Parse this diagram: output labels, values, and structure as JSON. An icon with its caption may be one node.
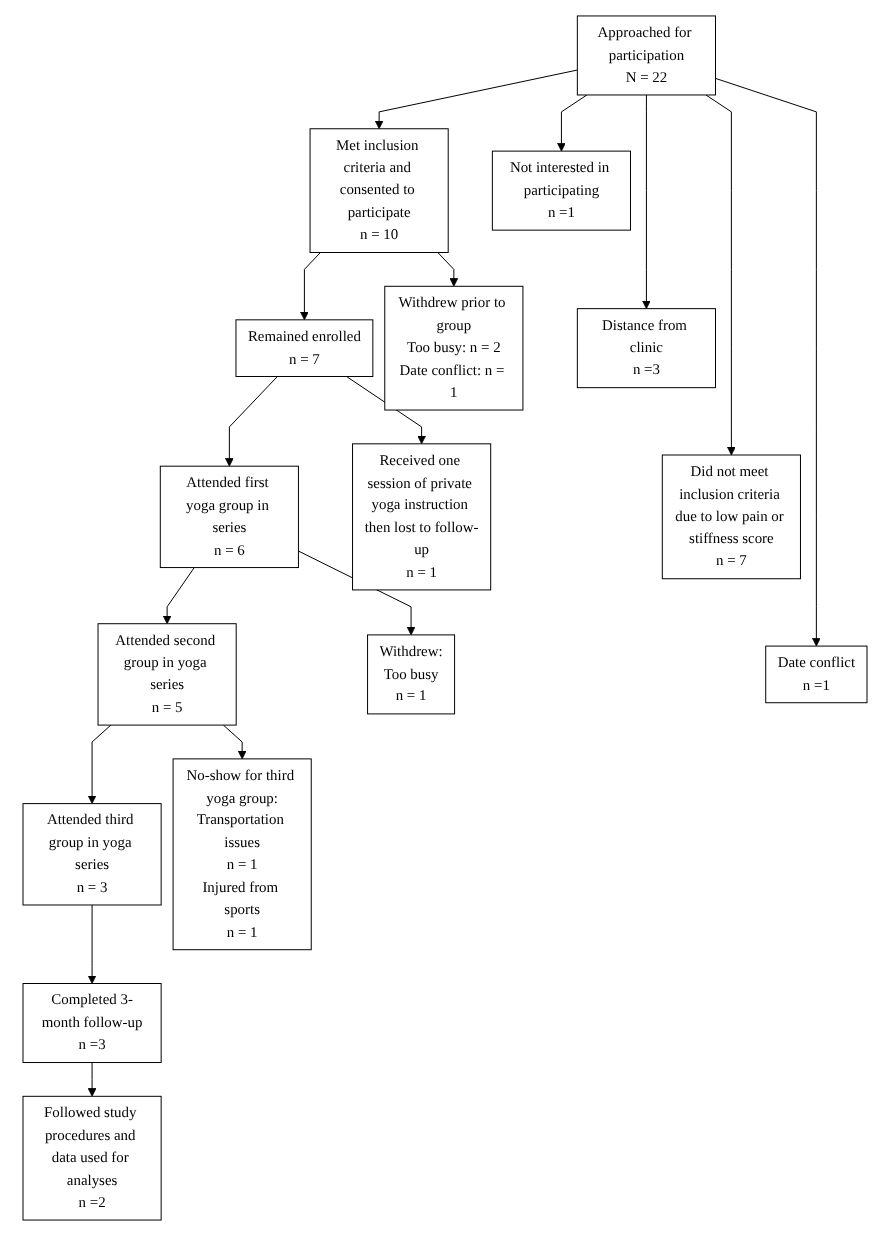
{
  "diagram": {
    "nodes": [
      {
        "text": [
          "Approached for participation",
          "N = 22"
        ]
      },
      {
        "text": [
          "Met inclusion criteria and consented to participate",
          "n = 10"
        ]
      },
      {
        "text": [
          "Not interested in participating",
          "n =1"
        ]
      },
      {
        "text": [
          "Distance from clinic",
          "n =3"
        ]
      },
      {
        "text": [
          "Remained enrolled",
          "n = 7"
        ]
      },
      {
        "text": [
          "Withdrew prior to group",
          "Too busy: n = 2",
          "Date conflict: n = 1"
        ]
      },
      {
        "text": [
          "Did not meet inclusion criteria due to low pain or stiffness score",
          "n = 7"
        ]
      },
      {
        "text": [
          "Attended first yoga group in series",
          "n = 6"
        ]
      },
      {
        "text": [
          "Received one session of private yoga instruction then lost to follow-up",
          "n = 1"
        ]
      },
      {
        "text": [
          "Date conflict",
          "n =1"
        ]
      },
      {
        "text": [
          "Attended second group in yoga series",
          "n = 5"
        ]
      },
      {
        "text": [
          "Withdrew:",
          "Too busy",
          "n = 1"
        ]
      },
      {
        "text": [
          "Attended third group in yoga series",
          "n = 3"
        ]
      },
      {
        "text": [
          "No-show for third yoga group:",
          "Transportation issues",
          "n = 1",
          "Injured from sports",
          "n = 1"
        ]
      },
      {
        "text": [
          "Completed 3-month follow-up",
          "n =3"
        ]
      },
      {
        "text": [
          "Followed study procedures and data used for analyses",
          "n =2"
        ]
      }
    ],
    "edges": [
      {
        "from": 0,
        "to": 1,
        "arrow": "to"
      },
      {
        "from": 0,
        "to": 2,
        "arrow": "to"
      },
      {
        "from": 0,
        "to": 3,
        "arrow": "to"
      },
      {
        "from": 0,
        "to": 6,
        "arrow": "to"
      },
      {
        "from": 0,
        "to": 9,
        "arrow": "to"
      },
      {
        "from": 1,
        "to": 4,
        "arrow": "to"
      },
      {
        "from": 1,
        "to": 5,
        "arrow": "to"
      },
      {
        "from": 4,
        "to": 7,
        "arrow": "to"
      },
      {
        "from": 4,
        "to": 8,
        "arrow": "to"
      },
      {
        "from": 7,
        "to": 10,
        "arrow": "to"
      },
      {
        "from": 7,
        "to": 11,
        "arrow": "to"
      },
      {
        "from": 10,
        "to": 12,
        "arrow": "to"
      },
      {
        "from": 10,
        "to": 13,
        "arrow": "to"
      },
      {
        "from": 12,
        "to": 14,
        "arrow": "to"
      },
      {
        "from": 14,
        "to": 15,
        "arrow": "to"
      }
    ]
  }
}
